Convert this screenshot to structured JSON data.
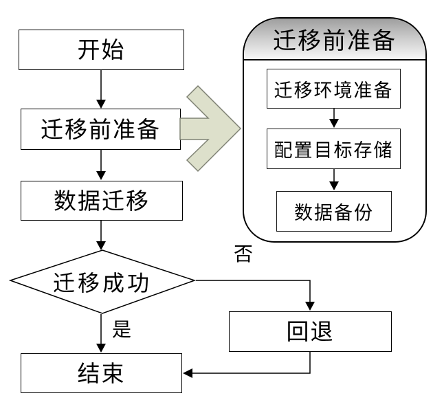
{
  "flow": {
    "start": "开始",
    "pre_migration": "迁移前准备",
    "data_migration": "数据迁移",
    "decision": "迁移成功",
    "yes_label": "是",
    "no_label": "否",
    "rollback": "回退",
    "end": "结束"
  },
  "detail_panel": {
    "title": "迁移前准备",
    "steps": [
      "迁移环境准备",
      "配置目标存储",
      "数据备份"
    ]
  },
  "colors": {
    "block_arrow_fill": "#dde0cb",
    "block_arrow_stroke": "#7f8274",
    "panel_header_gradient_top": "#9e9e9e",
    "panel_header_gradient_bottom": "#f7f7f7",
    "line": "#000000",
    "box_fill": "#ffffff"
  }
}
